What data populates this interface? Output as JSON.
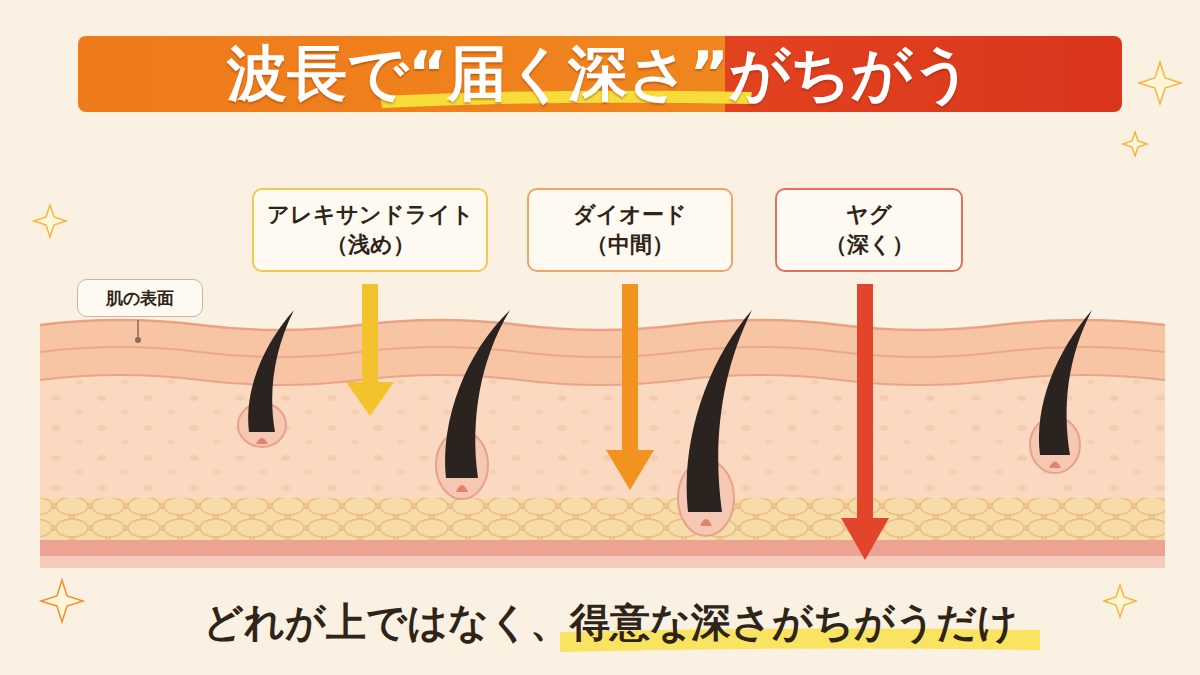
{
  "diagram": {
    "title": "波長で“届く深さ”がちがう",
    "caption": "どれが上ではなく、得意な深さがちがうだけ",
    "nodes": [
      {
        "text": [
          "肌の表面"
        ]
      },
      {
        "text": [
          "アレキサンドライト",
          "（浅め）"
        ]
      },
      {
        "text": [
          "ダイオード",
          "（中間）"
        ]
      },
      {
        "text": [
          "ヤグ",
          "（深く）"
        ]
      }
    ]
  }
}
